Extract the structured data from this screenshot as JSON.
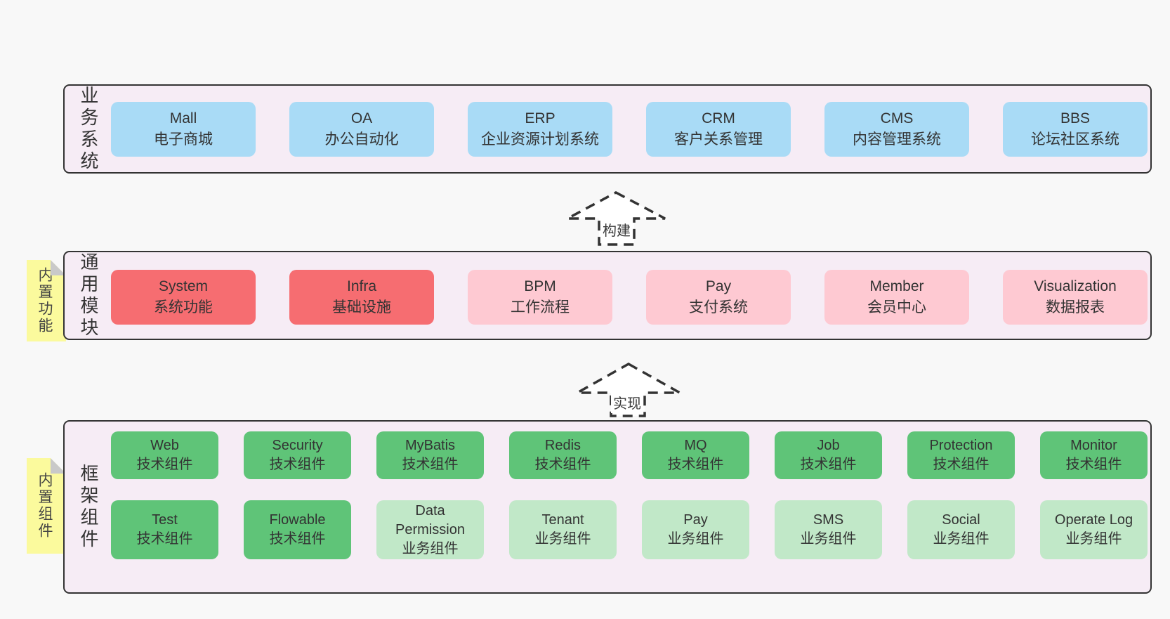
{
  "background": "#f8f8f8",
  "colors": {
    "container_bg": "#f6ecf5",
    "container_border": "#333333",
    "blue_box": "#a9dbf6",
    "red_box": "#f66d71",
    "pink_box": "#fec9d2",
    "green_box": "#5fc478",
    "light_green_box": "#c1e8c8",
    "note_yellow": "#fbfa9d",
    "note_fold_gray": "#c9c9c9",
    "text": "#333333"
  },
  "layers": [
    {
      "label": "业务系统",
      "boxes": [
        {
          "title": "Mall",
          "subtitle": "电子商城"
        },
        {
          "title": "OA",
          "subtitle": "办公自动化"
        },
        {
          "title": "ERP",
          "subtitle": "企业资源计划系统"
        },
        {
          "title": "CRM",
          "subtitle": "客户关系管理"
        },
        {
          "title": "CMS",
          "subtitle": "内容管理系统"
        },
        {
          "title": "BBS",
          "subtitle": "论坛社区系统"
        }
      ]
    },
    {
      "label": "通用模块",
      "note": "内置功能",
      "boxes": [
        {
          "title": "System",
          "subtitle": "系统功能"
        },
        {
          "title": "Infra",
          "subtitle": "基础设施"
        },
        {
          "title": "BPM",
          "subtitle": "工作流程"
        },
        {
          "title": "Pay",
          "subtitle": "支付系统"
        },
        {
          "title": "Member",
          "subtitle": "会员中心"
        },
        {
          "title": "Visualization",
          "subtitle": "数据报表"
        }
      ]
    },
    {
      "label": "框架组件",
      "note": "内置组件",
      "rows": [
        [
          {
            "title": "Web",
            "subtitle": "技术组件"
          },
          {
            "title": "Security",
            "subtitle": "技术组件"
          },
          {
            "title": "MyBatis",
            "subtitle": "技术组件"
          },
          {
            "title": "Redis",
            "subtitle": "技术组件"
          },
          {
            "title": "MQ",
            "subtitle": "技术组件"
          },
          {
            "title": "Job",
            "subtitle": "技术组件"
          },
          {
            "title": "Protection",
            "subtitle": "技术组件"
          },
          {
            "title": "Monitor",
            "subtitle": "技术组件"
          }
        ],
        [
          {
            "title": "Test",
            "subtitle": "技术组件"
          },
          {
            "title": "Flowable",
            "subtitle": "技术组件"
          },
          {
            "title": "Data Permission",
            "subtitle": "业务组件"
          },
          {
            "title": "Tenant",
            "subtitle": "业务组件"
          },
          {
            "title": "Pay",
            "subtitle": "业务组件"
          },
          {
            "title": "SMS",
            "subtitle": "业务组件"
          },
          {
            "title": "Social",
            "subtitle": "业务组件"
          },
          {
            "title": "Operate Log",
            "subtitle": "业务组件"
          }
        ]
      ]
    }
  ],
  "arrows": [
    {
      "label": "构建"
    },
    {
      "label": "实现"
    }
  ]
}
